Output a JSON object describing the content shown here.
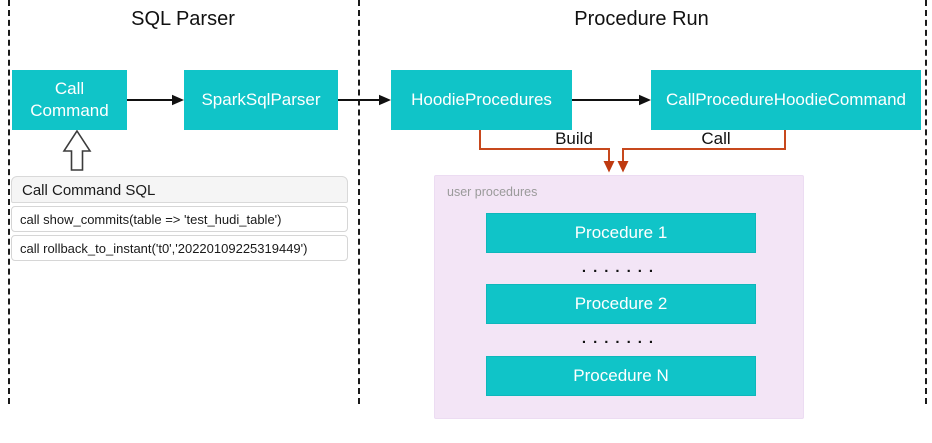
{
  "sections": {
    "sql_parser": {
      "title": "SQL Parser",
      "nodes": {
        "call_command": "Call Command",
        "spark_sql_parser": "SparkSqlParser"
      },
      "sql_table": {
        "header": "Call Command SQL",
        "rows": [
          "call show_commits(table => 'test_hudi_table')",
          "call rollback_to_instant('t0','20220109225319449')"
        ]
      }
    },
    "procedure_run": {
      "title": "Procedure Run",
      "nodes": {
        "hoodie_procedures": "HoodieProcedures",
        "call_procedure_hoodie_command": "CallProcedureHoodieCommand"
      },
      "edge_labels": {
        "build": "Build",
        "call": "Call"
      },
      "user_procedures": {
        "label": "user procedures",
        "items": [
          "Procedure 1",
          "Procedure 2",
          "Procedure N"
        ],
        "dots": "......."
      }
    }
  },
  "colors": {
    "node_teal": "#10c4c8",
    "orange": "#c7481d",
    "orange_head": "#bf3a10",
    "purple_bg": "#f3e5f6"
  }
}
